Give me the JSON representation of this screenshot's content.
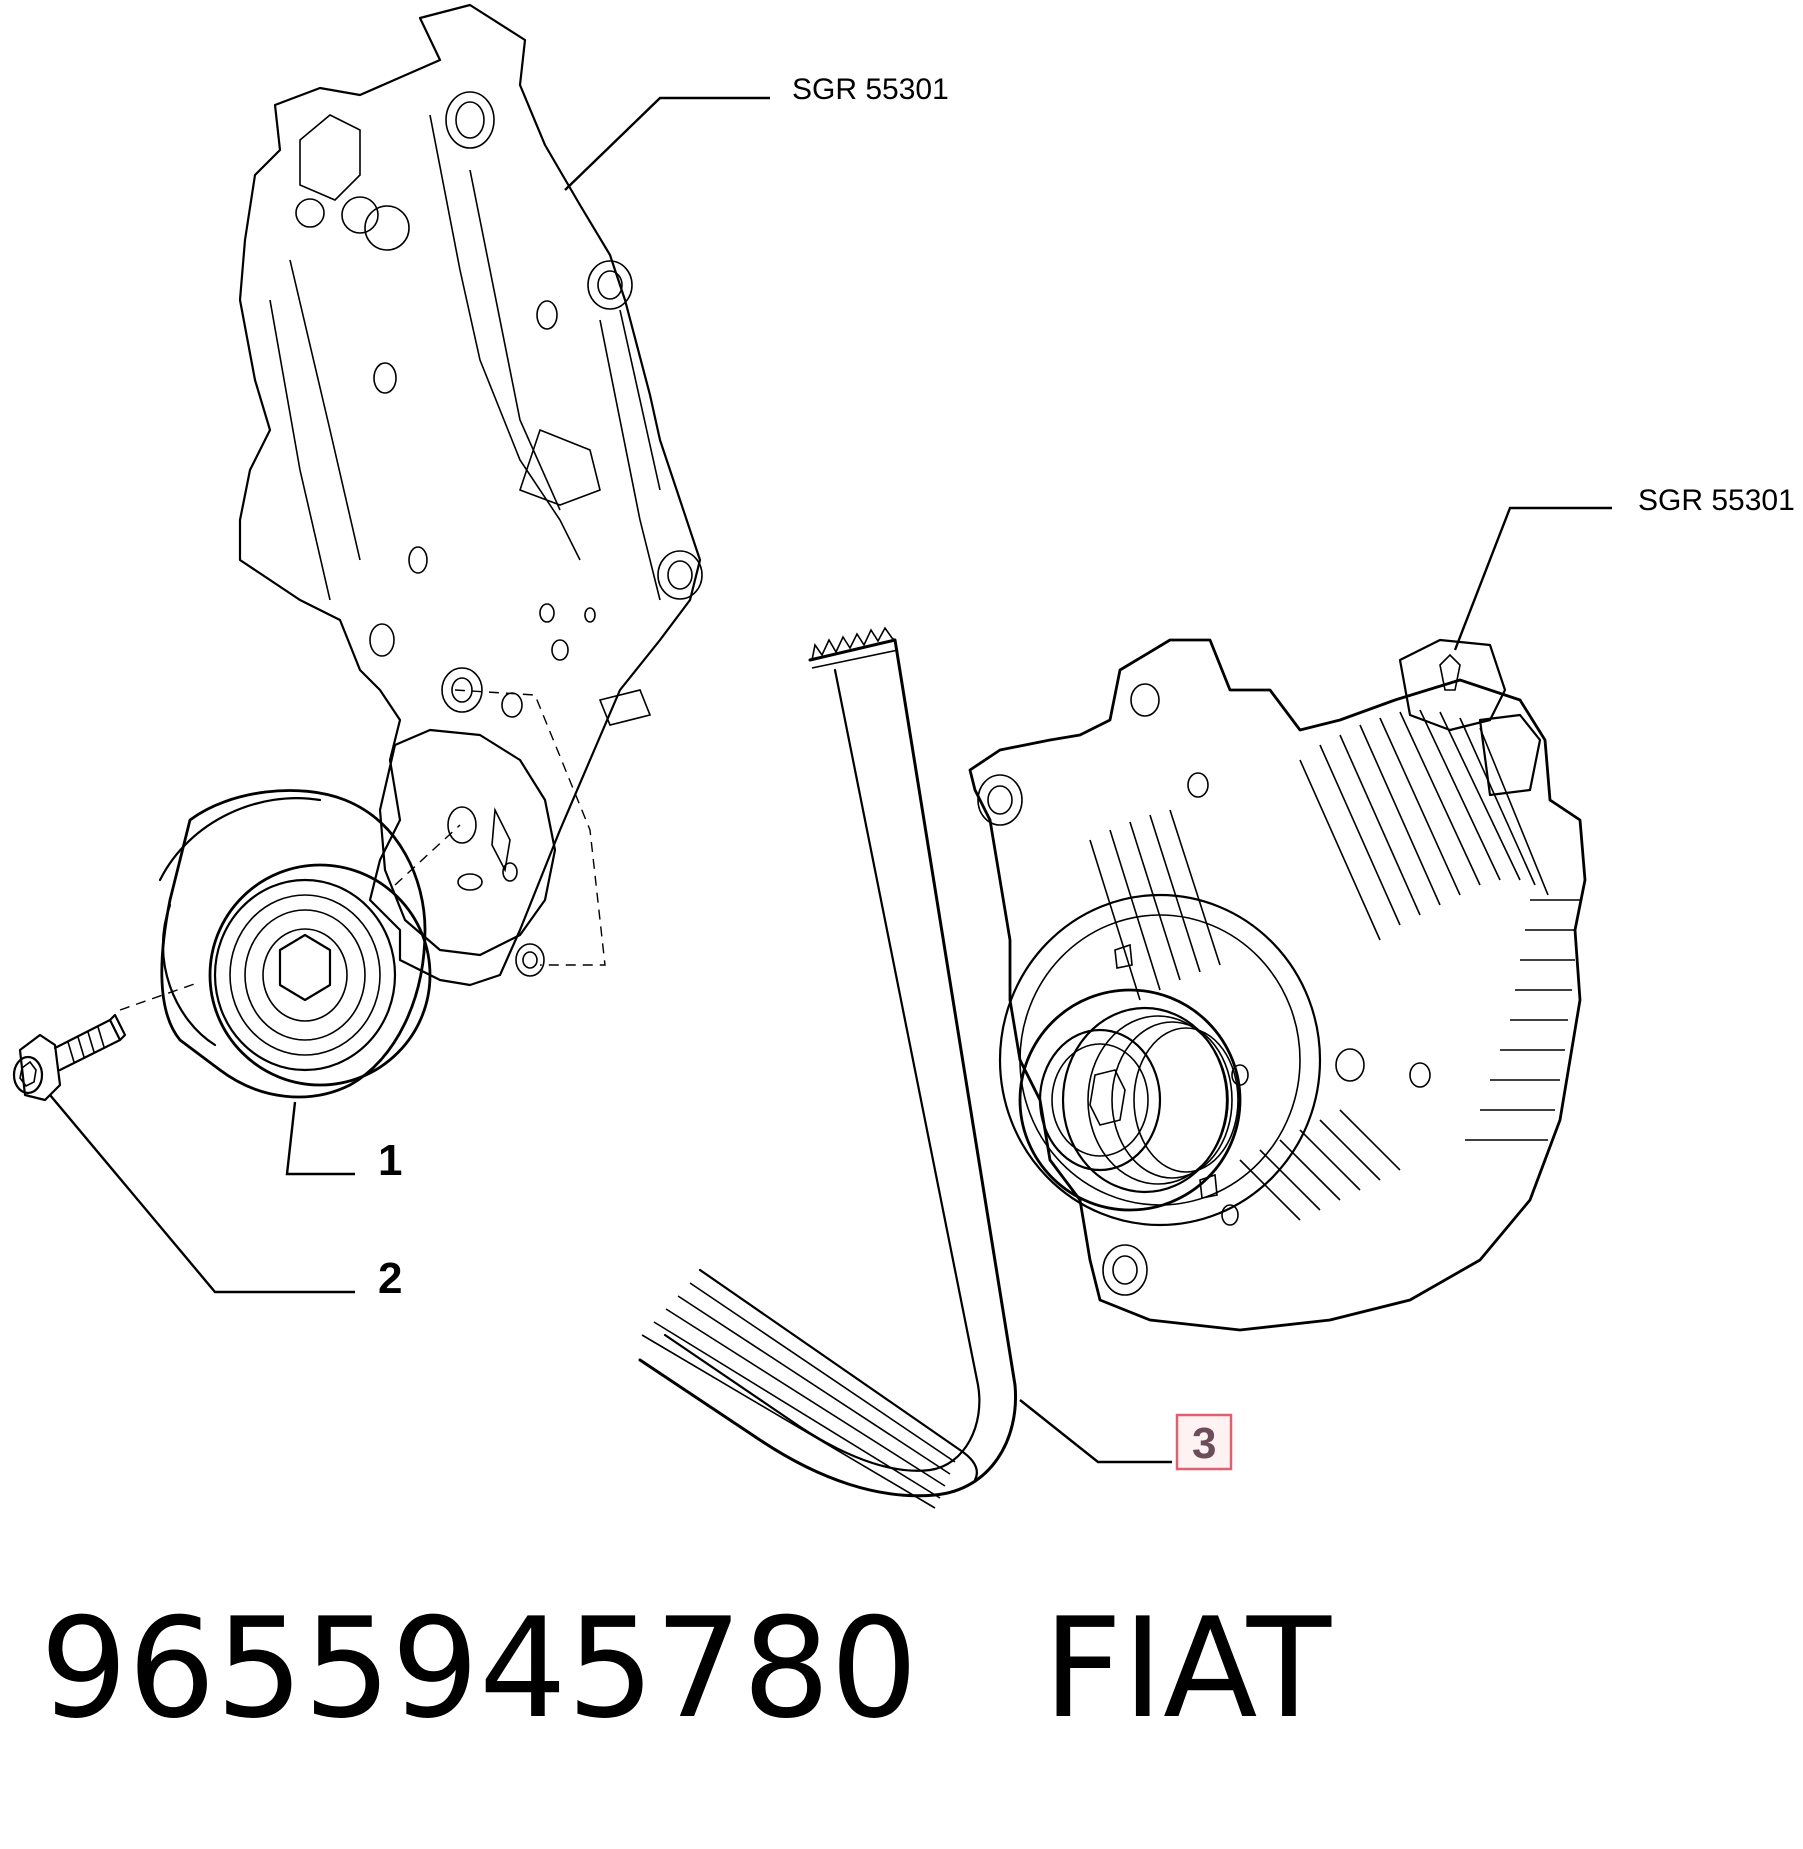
{
  "references": {
    "bracket": "SGR 55301",
    "alternator": "SGR 55301"
  },
  "callouts": [
    {
      "number": "1",
      "part": "tensioner-pulley",
      "highlighted": false
    },
    {
      "number": "2",
      "part": "bolt",
      "highlighted": false
    },
    {
      "number": "3",
      "part": "poly-v-belt",
      "highlighted": true
    }
  ],
  "highlight_color": "#e06070",
  "footer": {
    "part_number": "9655945780",
    "brand": "FIAT"
  }
}
